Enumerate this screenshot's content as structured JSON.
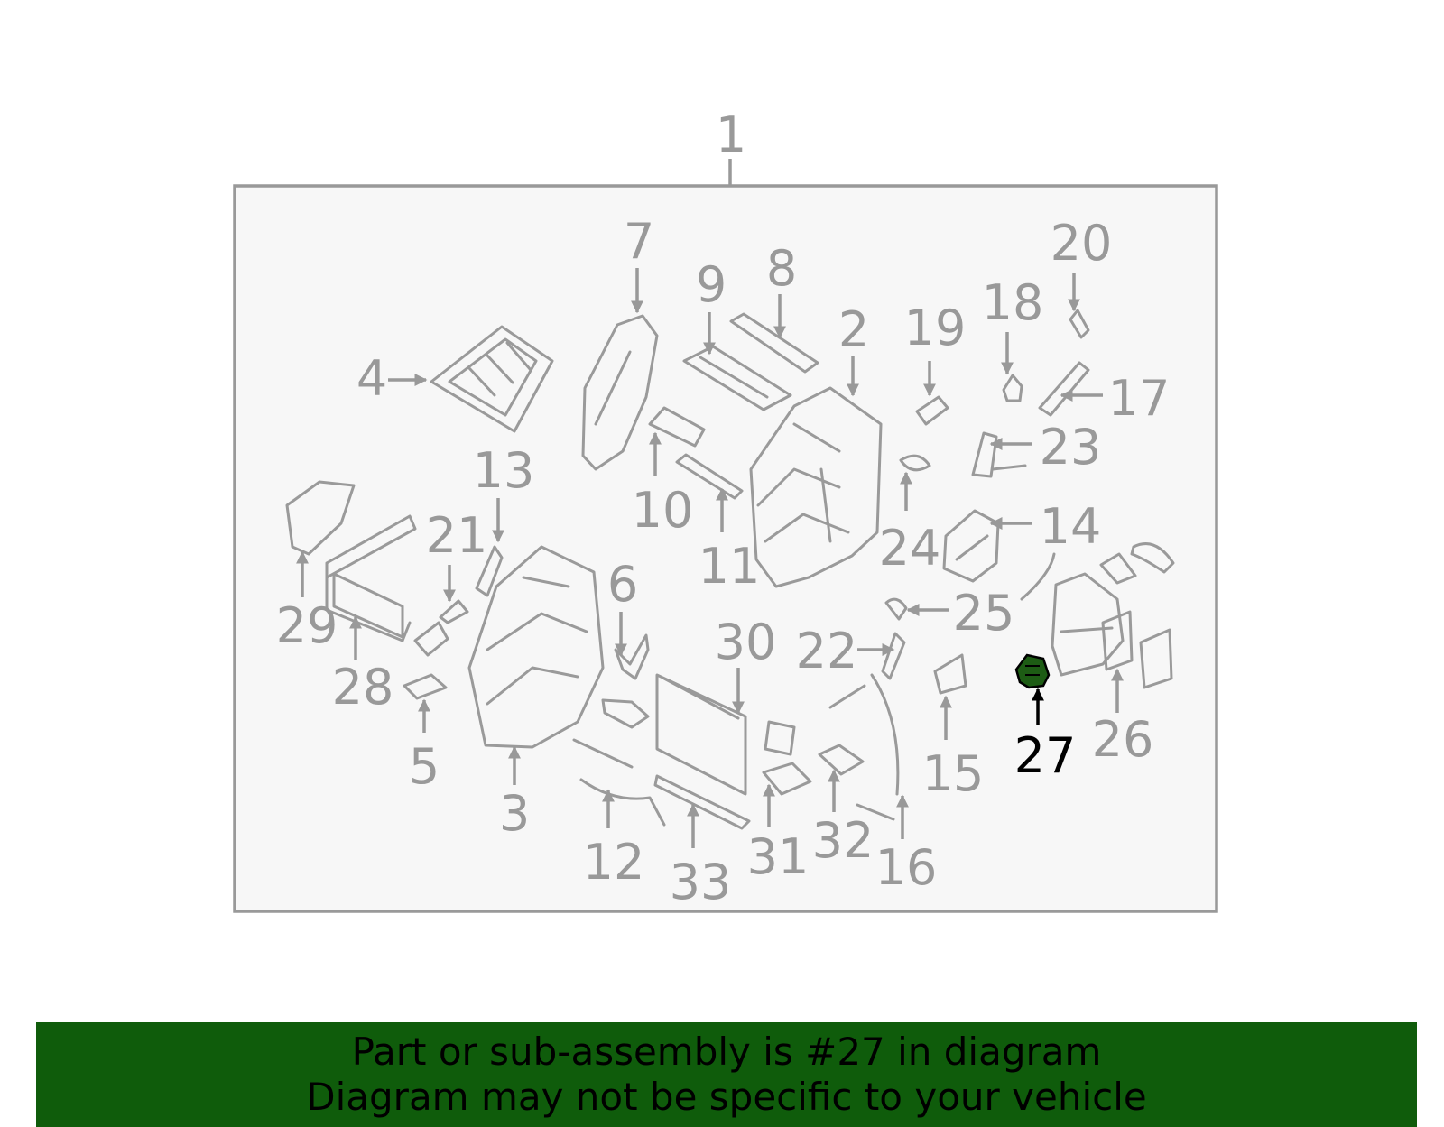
{
  "diagram": {
    "assembly_label": "1",
    "labels": [
      "2",
      "3",
      "4",
      "5",
      "6",
      "7",
      "8",
      "9",
      "10",
      "11",
      "12",
      "13",
      "14",
      "15",
      "16",
      "17",
      "18",
      "19",
      "20",
      "21",
      "22",
      "23",
      "24",
      "25",
      "26",
      "27",
      "28",
      "29",
      "30",
      "31",
      "32",
      "33"
    ],
    "highlighted_label": "27"
  },
  "banner": {
    "line1": "Part or sub-assembly is #27 in diagram",
    "line2": "Diagram may not be specific to your vehicle"
  },
  "colors": {
    "frame_fill": "#f7f7f7",
    "line_gray": "#999999",
    "highlight_part": "#1d5c14",
    "banner_bg": "#0f5c0b",
    "text": "#000000"
  }
}
